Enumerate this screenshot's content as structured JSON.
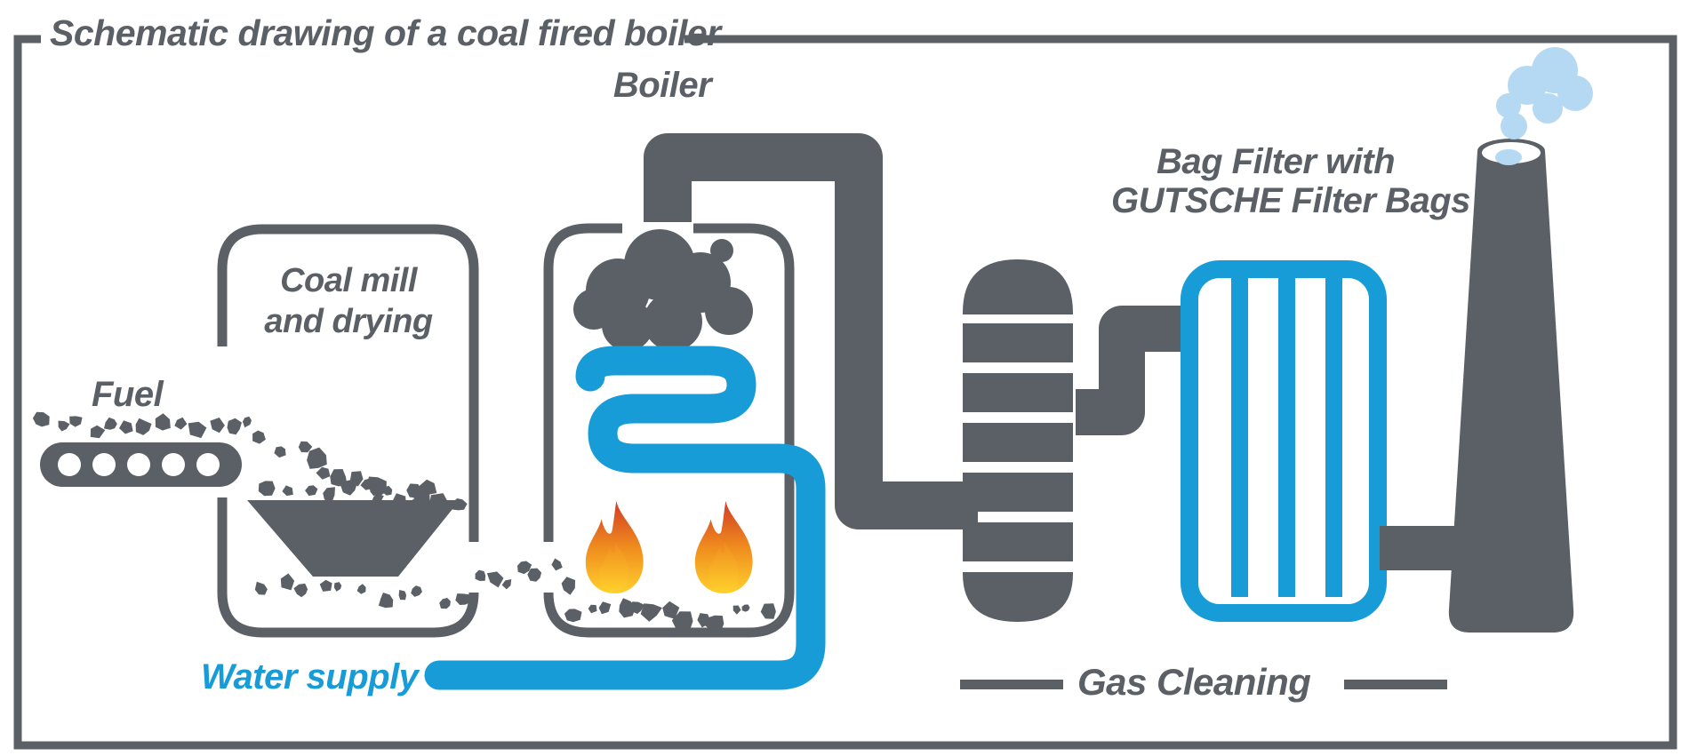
{
  "title": "Schematic drawing of a coal fired boiler",
  "labels": {
    "boiler": "Boiler",
    "coal_mill_line1": "Coal mill",
    "coal_mill_line2": "and drying",
    "fuel": "Fuel",
    "water_supply": "Water supply",
    "bag_filter_line1": "Bag Filter with",
    "bag_filter_line2": "GUTSCHE Filter Bags",
    "gas_cleaning": "Gas Cleaning"
  },
  "colors": {
    "gray": "#5a6065",
    "blue": "#179cd8",
    "light_blue_smoke": "#b5d9f2",
    "flame_red": "#d23a26",
    "flame_orange": "#ef8c1e",
    "flame_yellow": "#ffd02c",
    "background": "#ffffff"
  },
  "icons": [
    "conveyor-belt-icon",
    "coal-pieces-icon",
    "hopper-icon",
    "steam-cloud-icon",
    "water-coil-icon",
    "flame-icon",
    "flue-pipe-icon",
    "cyclone-tower-icon",
    "bag-filter-icon",
    "chimney-icon",
    "smoke-icon"
  ],
  "flow_note": "Fuel -> Coal mill and drying -> Boiler -> Gas Cleaning -> stack; Water supply -> boiler coil"
}
